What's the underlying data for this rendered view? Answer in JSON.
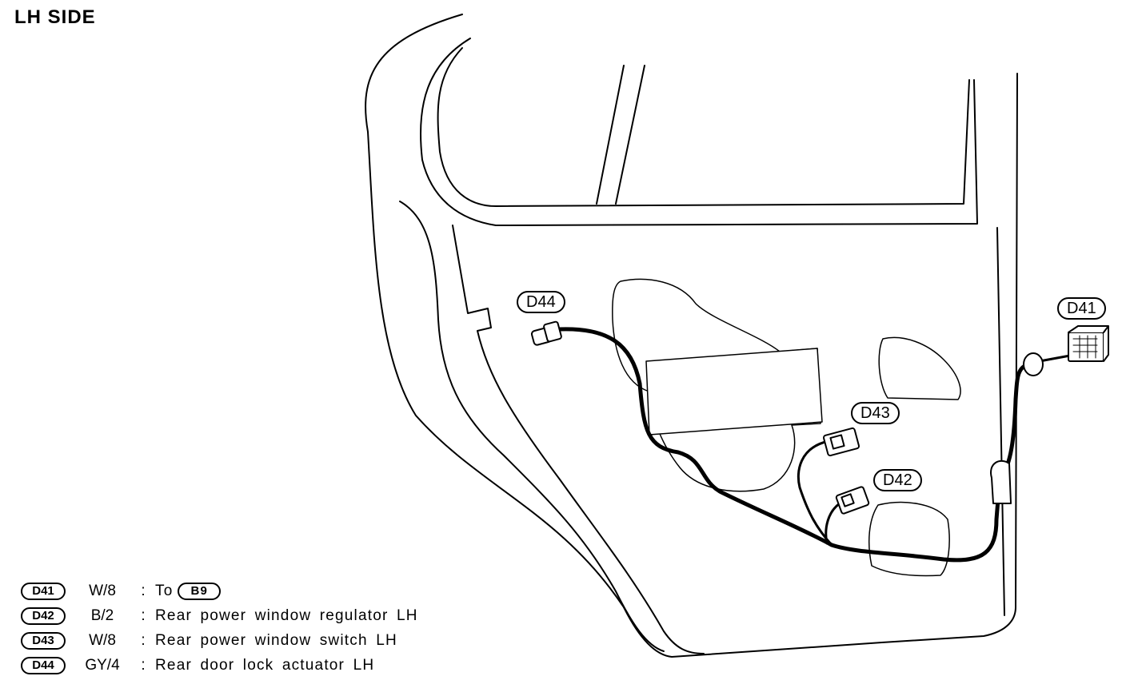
{
  "title": "LH SIDE",
  "callouts": {
    "d44": "D44",
    "d43": "D43",
    "d42": "D42",
    "d41": "D41"
  },
  "legend": [
    {
      "code": "D41",
      "wire": "W/8",
      "sep": ":",
      "desc": "To",
      "ref": "B9"
    },
    {
      "code": "D42",
      "wire": "B/2",
      "sep": ":",
      "desc": "Rear power window regulator LH"
    },
    {
      "code": "D43",
      "wire": "W/8",
      "sep": ":",
      "desc": "Rear power window switch LH"
    },
    {
      "code": "D44",
      "wire": "GY/4",
      "sep": ":",
      "desc": "Rear door lock actuator LH"
    }
  ]
}
